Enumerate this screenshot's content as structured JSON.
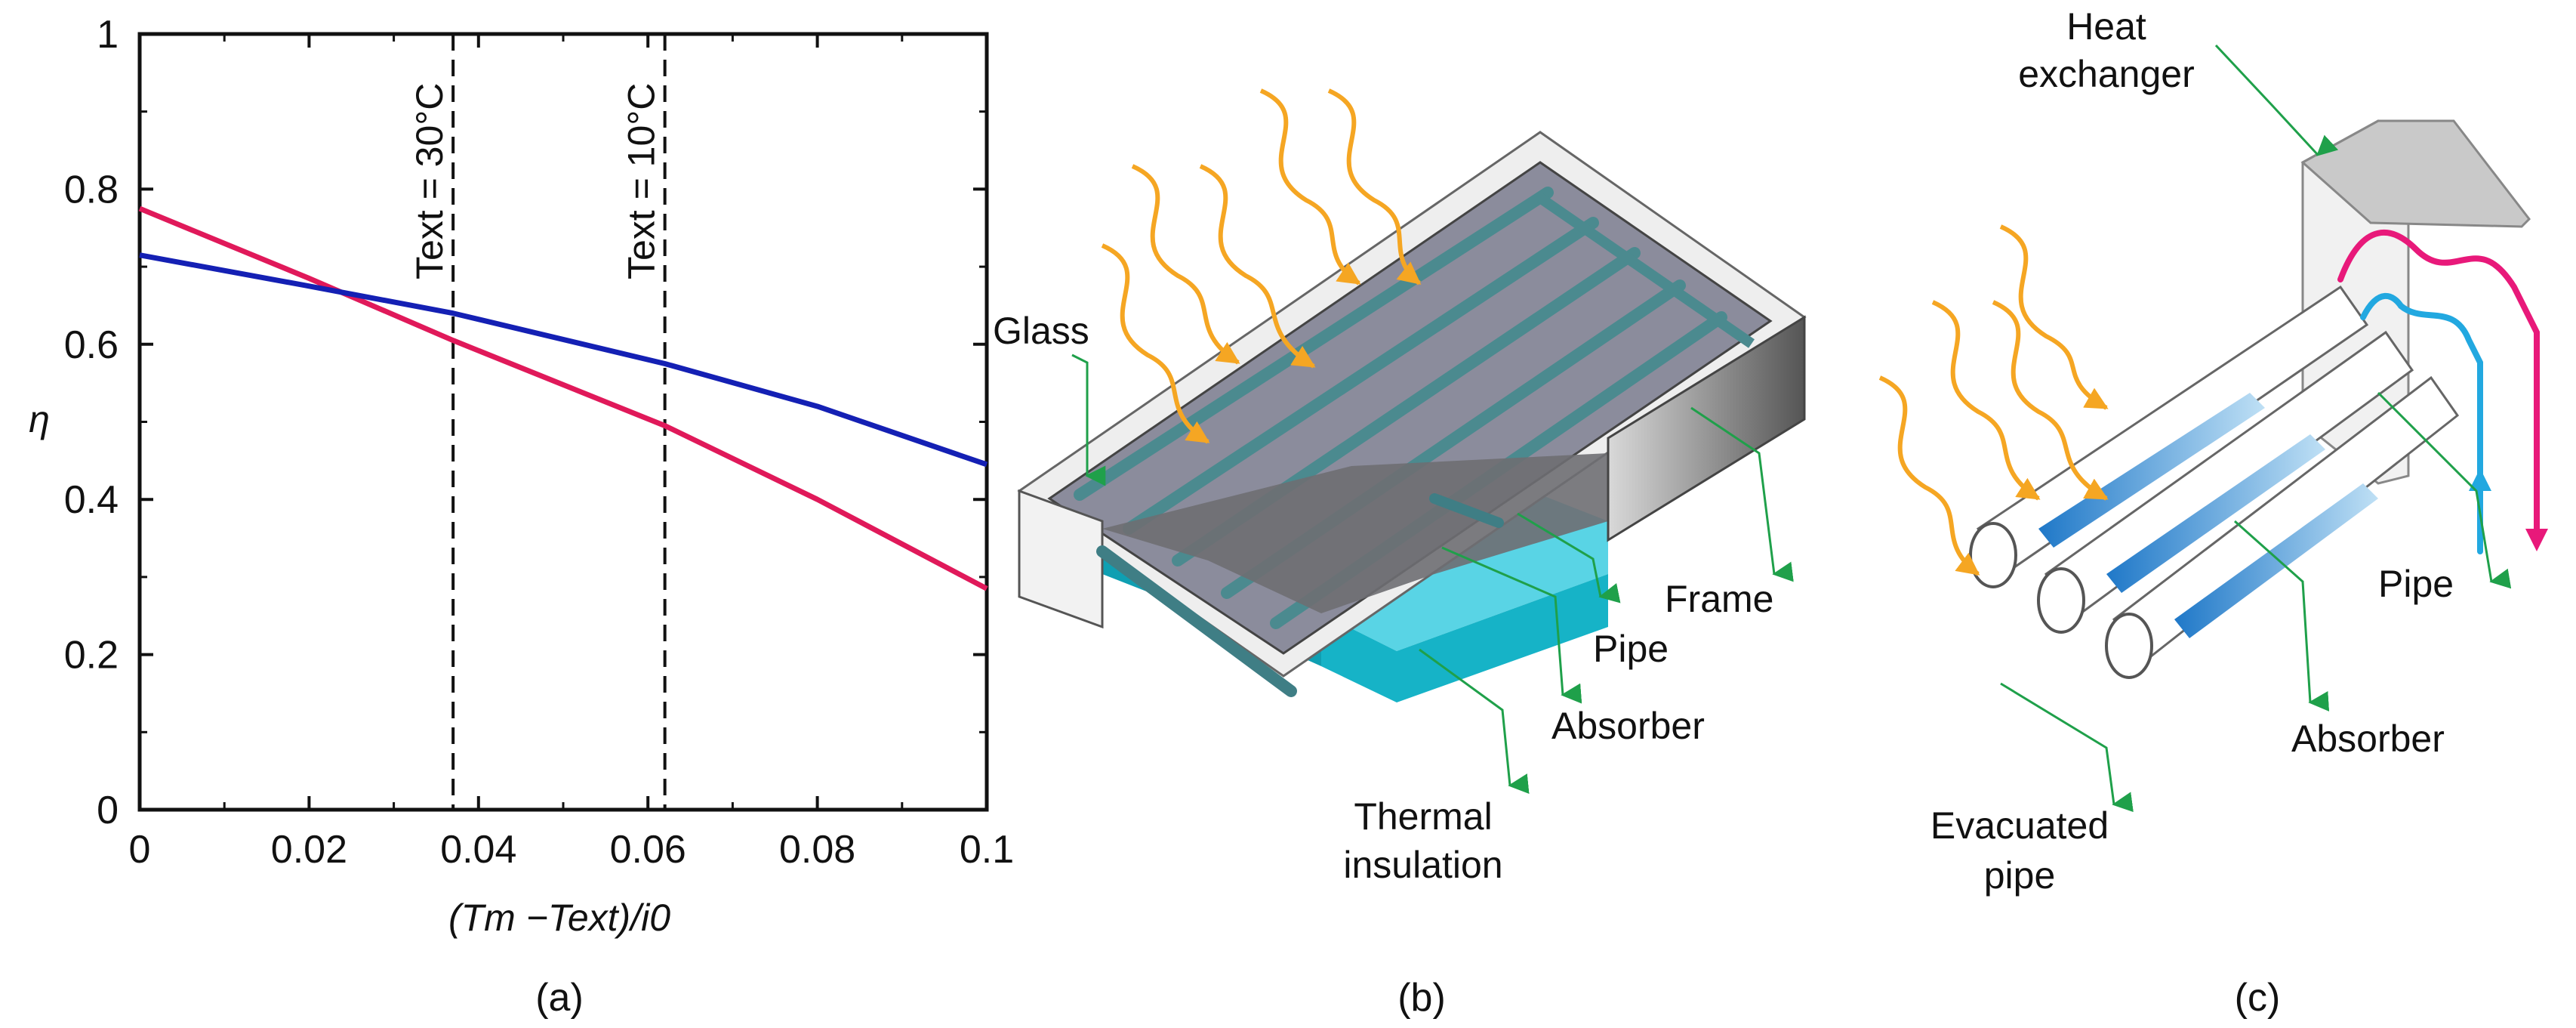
{
  "colors": {
    "series_red": "#e0195a",
    "series_blue": "#1420b4",
    "sun_ray": "#f5a623",
    "leader": "#1fa04a",
    "teal": "#22c6dc",
    "dark_plate": "#7d7d86",
    "tube_blue": "#1f78c8",
    "hot_pipe": "#e8197a",
    "cold_pipe": "#22a8e0"
  },
  "panel_a": {
    "caption": "(a)",
    "vline_labels": [
      "Text = 30°C",
      "Text = 10°C"
    ],
    "chart_data": {
      "type": "line",
      "xlabel": "(Tm −Text)/i0",
      "ylabel": "η",
      "xlim": [
        0,
        0.1
      ],
      "ylim": [
        0,
        1
      ],
      "x_ticks": [
        0,
        0.02,
        0.04,
        0.06,
        0.08,
        0.1
      ],
      "x_tick_labels": [
        "0",
        "0.02",
        "0.04",
        "0.06",
        "0.08",
        "0.1"
      ],
      "y_ticks": [
        0,
        0.2,
        0.4,
        0.6,
        0.8,
        1
      ],
      "y_tick_labels": [
        "0",
        "0.2",
        "0.4",
        "0.6",
        "0.8",
        "1"
      ],
      "grid": false,
      "series": [
        {
          "color": "#e0195a",
          "x": [
            0,
            0.02,
            0.037,
            0.062,
            0.08,
            0.1
          ],
          "y": [
            0.775,
            0.685,
            0.605,
            0.495,
            0.4,
            0.285
          ]
        },
        {
          "color": "#1420b4",
          "x": [
            0,
            0.02,
            0.037,
            0.062,
            0.08,
            0.1
          ],
          "y": [
            0.715,
            0.675,
            0.64,
            0.575,
            0.52,
            0.445
          ]
        }
      ],
      "vlines": [
        {
          "x": 0.037,
          "label": "Text = 30°C"
        },
        {
          "x": 0.062,
          "label": "Text = 10°C"
        }
      ]
    }
  },
  "panel_b": {
    "caption": "(b)",
    "labels": {
      "glass": "Glass",
      "frame": "Frame",
      "pipe": "Pipe",
      "absorber": "Absorber",
      "insulation_line1": "Thermal",
      "insulation_line2": "insulation"
    }
  },
  "panel_c": {
    "caption": "(c)",
    "labels": {
      "heat_line1": "Heat",
      "heat_line2": "exchanger",
      "pipe": "Pipe",
      "absorber": "Absorber",
      "evac_line1": "Evacuated",
      "evac_line2": "pipe"
    }
  }
}
